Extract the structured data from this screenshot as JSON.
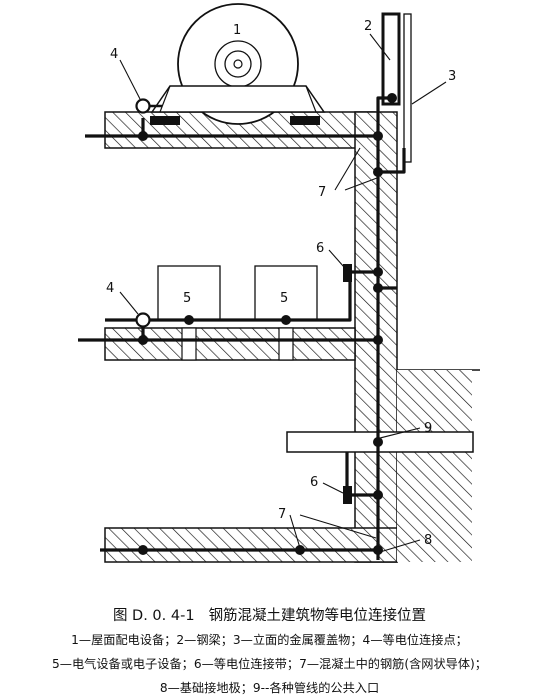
{
  "figure": {
    "number": "图 D. 0. 4-1",
    "title": "钢筋混凝土建筑物等电位连接位置"
  },
  "legend_lines": [
    "1—屋面配电设备；2—钢梁；3—立面的金属覆盖物；4—等电位连接点；",
    "5—电气设备或电子设备；6—等电位连接带；7—混凝土中的钢筋(含网状导体)；",
    "8—基础接地极；9--各种管线的公共入口"
  ],
  "callouts": {
    "c1": "1",
    "c2": "2",
    "c3": "3",
    "c4a": "4",
    "c4b": "4",
    "c5a": "5",
    "c5b": "5",
    "c6a": "6",
    "c6b": "6",
    "c7a": "7",
    "c7b": "7",
    "c8": "8",
    "c9": "9"
  },
  "colors": {
    "ink": "#111111",
    "paper": "#ffffff"
  }
}
